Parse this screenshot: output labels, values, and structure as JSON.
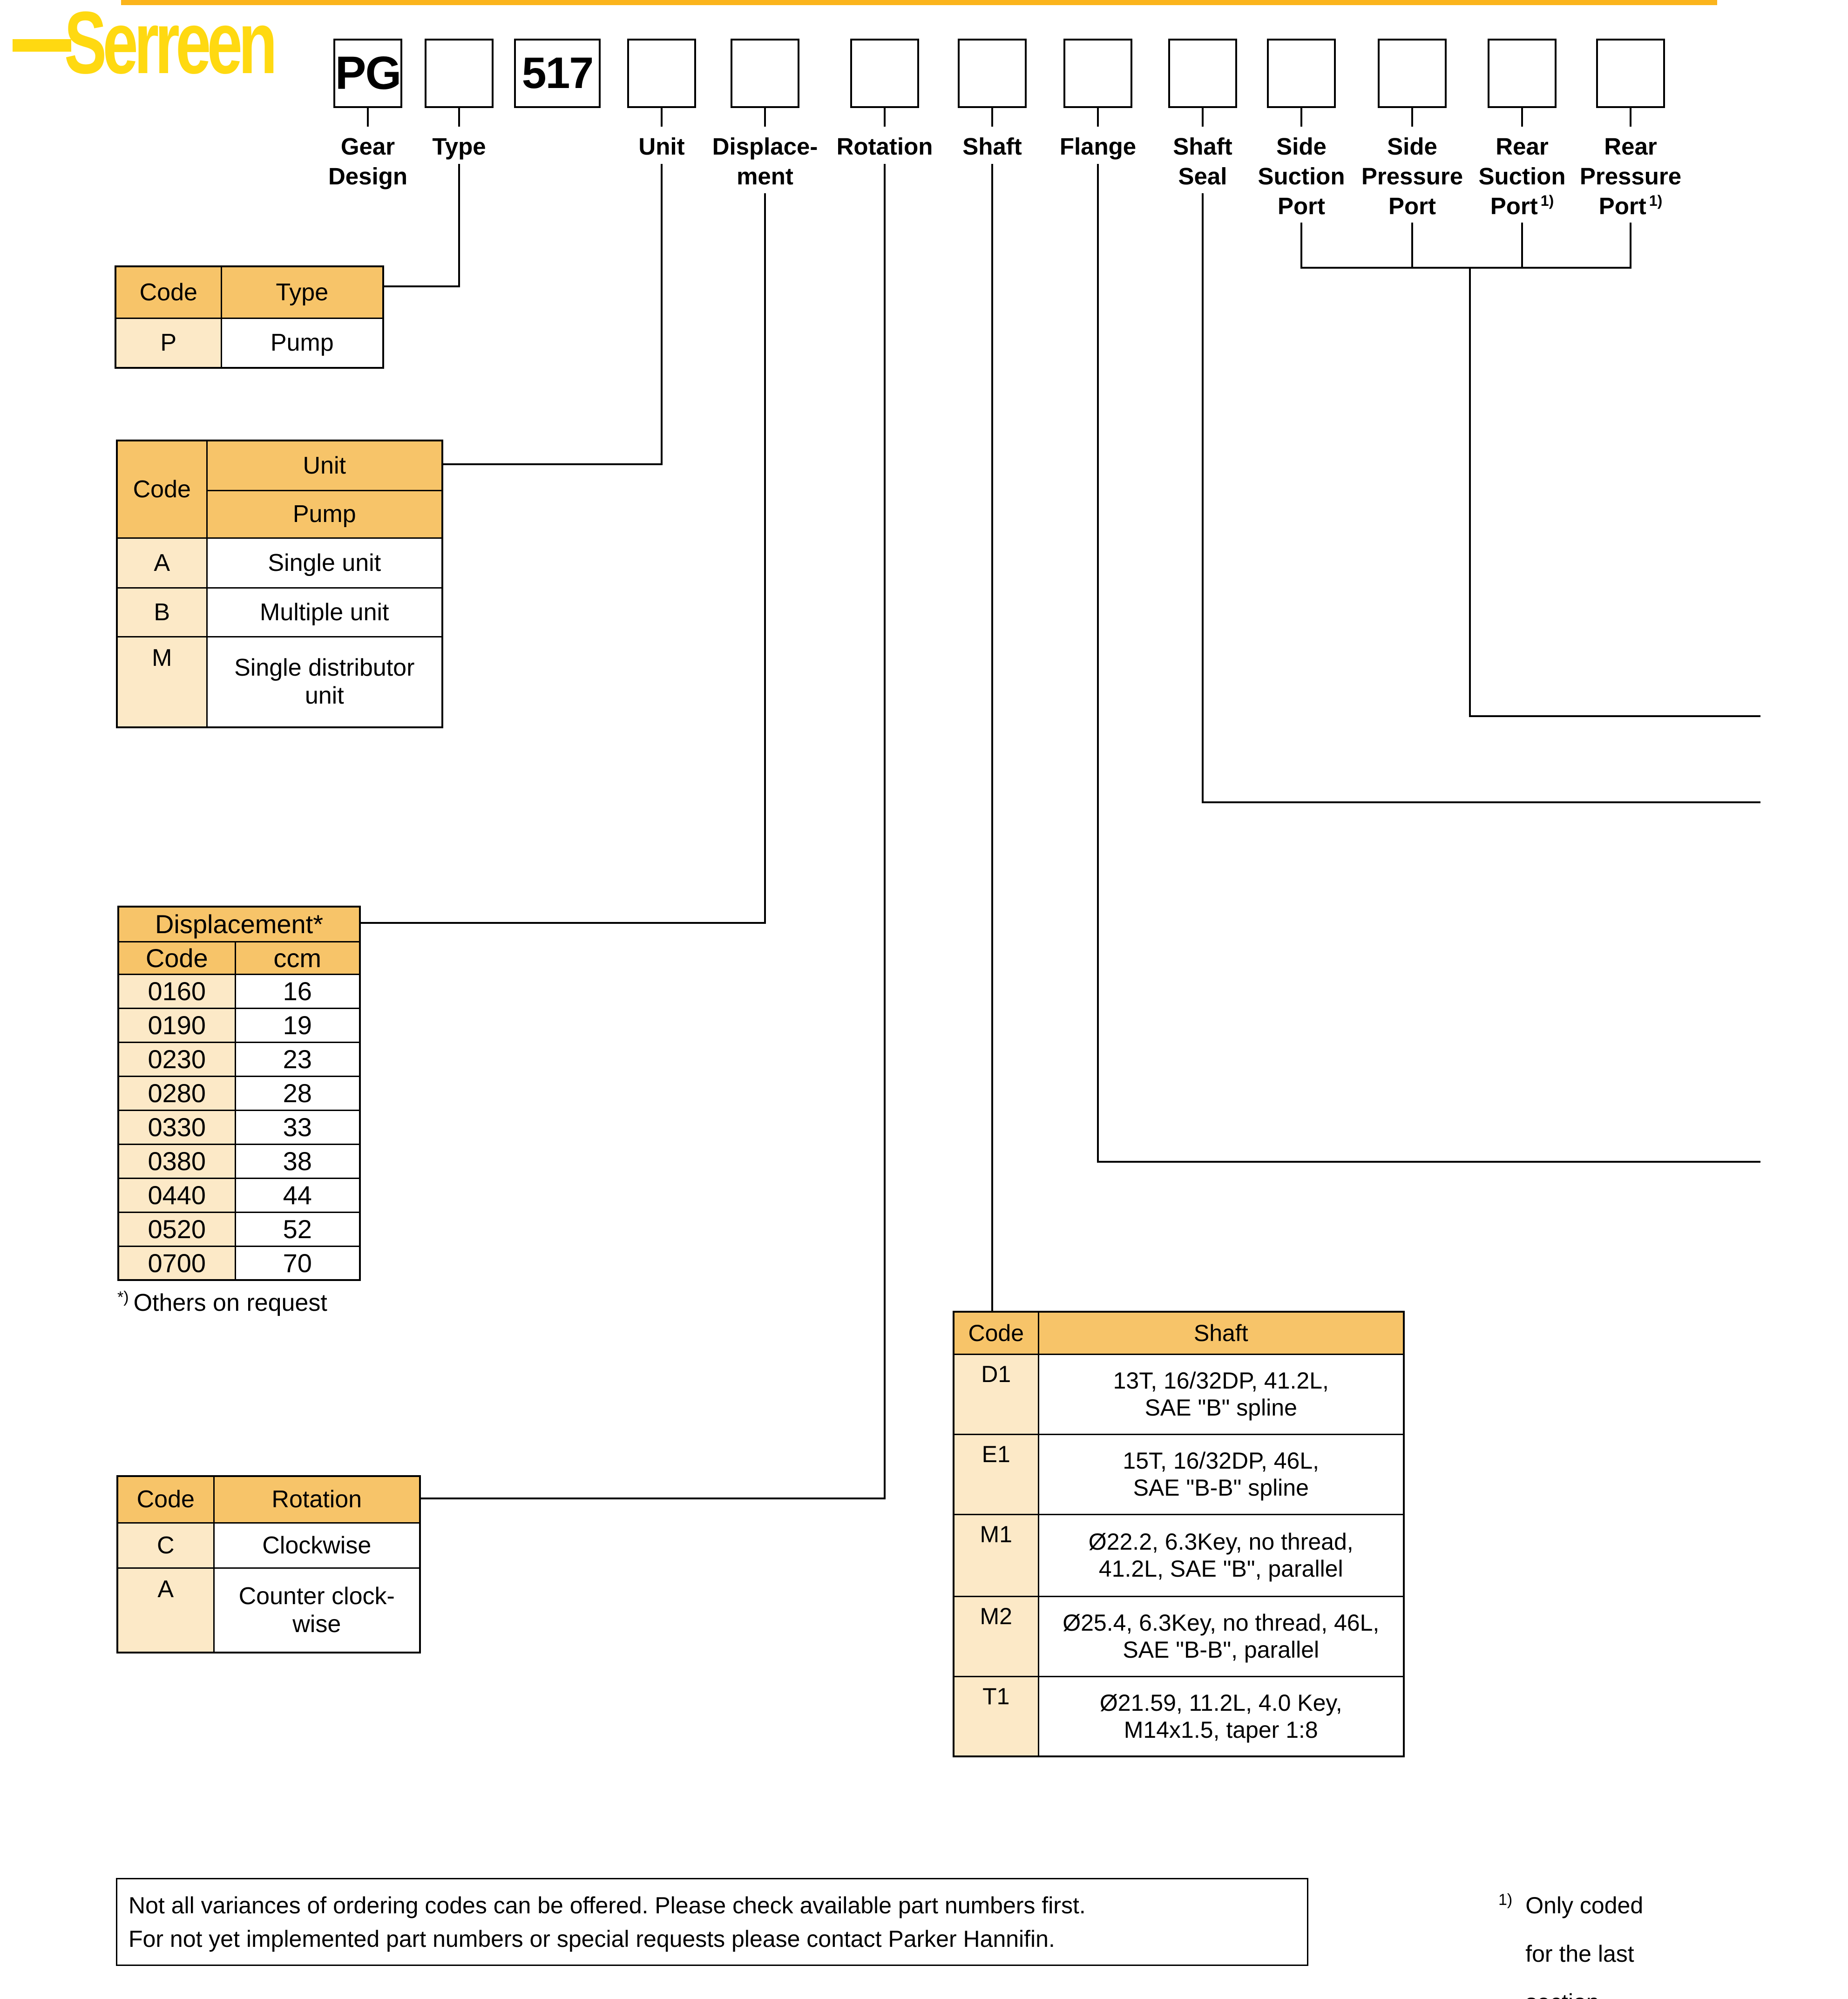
{
  "brand": {
    "logo_text": "Serreen"
  },
  "ordering_fields": [
    {
      "value": "PG",
      "label": "Gear\nDesign"
    },
    {
      "value": "",
      "label": "Type"
    },
    {
      "value": "517",
      "label": ""
    },
    {
      "value": "",
      "label": "Unit"
    },
    {
      "value": "",
      "label": "Displace-\nment"
    },
    {
      "value": "",
      "label": "Rotation"
    },
    {
      "value": "",
      "label": "Shaft"
    },
    {
      "value": "",
      "label": "Flange"
    },
    {
      "value": "",
      "label": "Shaft\nSeal"
    },
    {
      "value": "",
      "label": "Side\nSuction\nPort"
    },
    {
      "value": "",
      "label": "Side\nPressure\nPort"
    },
    {
      "value": "",
      "label": "Rear\nSuction\nPort",
      "footnote_marker": "1)"
    },
    {
      "value": "",
      "label": "Rear\nPressure\nPort",
      "footnote_marker": "1)"
    }
  ],
  "tables": {
    "type": {
      "header_code": "Code",
      "header_name": "Type",
      "rows": [
        {
          "code": "P",
          "desc": "Pump"
        }
      ]
    },
    "unit": {
      "header_code": "Code",
      "header_name": "Unit",
      "subheader": "Pump",
      "rows": [
        {
          "code": "A",
          "desc": "Single unit"
        },
        {
          "code": "B",
          "desc": "Multiple unit"
        },
        {
          "code": "M",
          "desc": "Single distributor\nunit"
        }
      ]
    },
    "displacement": {
      "title": "Displacement*",
      "header_code": "Code",
      "header_unit": "ccm",
      "rows": [
        {
          "code": "0160",
          "ccm": "16"
        },
        {
          "code": "0190",
          "ccm": "19"
        },
        {
          "code": "0230",
          "ccm": "23"
        },
        {
          "code": "0280",
          "ccm": "28"
        },
        {
          "code": "0330",
          "ccm": "33"
        },
        {
          "code": "0380",
          "ccm": "38"
        },
        {
          "code": "0440",
          "ccm": "44"
        },
        {
          "code": "0520",
          "ccm": "52"
        },
        {
          "code": "0700",
          "ccm": "70"
        }
      ],
      "footnote_marker": "*)",
      "footnote_text": "Others on request"
    },
    "rotation": {
      "header_code": "Code",
      "header_name": "Rotation",
      "rows": [
        {
          "code": "C",
          "desc": "Clockwise"
        },
        {
          "code": "A",
          "desc": "Counter clock-\nwise"
        }
      ]
    },
    "shaft": {
      "header_code": "Code",
      "header_name": "Shaft",
      "rows": [
        {
          "code": "D1",
          "desc": "13T, 16/32DP, 41.2L,\nSAE \"B\" spline"
        },
        {
          "code": "E1",
          "desc": "15T, 16/32DP, 46L,\nSAE \"B-B\" spline"
        },
        {
          "code": "M1",
          "desc": "Ø22.2, 6.3Key, no thread,\n41.2L, SAE \"B\", parallel"
        },
        {
          "code": "M2",
          "desc": "Ø25.4, 6.3Key, no thread, 46L,\nSAE \"B-B\", parallel"
        },
        {
          "code": "T1",
          "desc": "Ø21.59, 11.2L, 4.0 Key,\nM14x1.5, taper 1:8"
        }
      ]
    }
  },
  "notes": {
    "disclaimer": "Not all variances of ordering codes can be offered. Please check available part numbers first.\nFor not yet implemented part numbers or special requests please contact Parker Hannifin.",
    "footnote_marker": "1)",
    "footnote_text": "Only coded\nfor the last\nsection."
  }
}
